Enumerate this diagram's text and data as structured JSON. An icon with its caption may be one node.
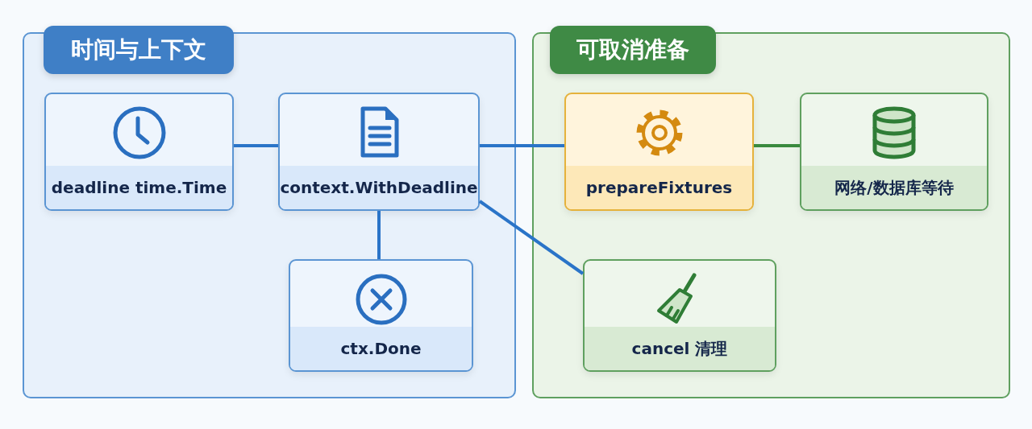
{
  "diagram": {
    "nodes": [
      {
        "text": [
          "时间与上下文"
        ]
      },
      {
        "text": [
          "deadline time.Time"
        ],
        "in": 0
      },
      {
        "text": [
          "context.WithDeadline"
        ],
        "in": 0
      },
      {
        "text": [
          "ctx.Done"
        ],
        "in": 0
      },
      {
        "text": [
          "可取消准备"
        ]
      },
      {
        "text": [
          "prepareFixtures"
        ],
        "in": 4
      },
      {
        "text": [
          "网络/数据库等待"
        ],
        "in": 4
      },
      {
        "text": [
          "cancel 清理"
        ],
        "in": 4
      }
    ],
    "edges": [
      {
        "from": 1,
        "to": 2,
        "arrow": "none"
      },
      {
        "from": 2,
        "to": 5,
        "arrow": "none"
      },
      {
        "from": 2,
        "to": 3,
        "arrow": "none"
      },
      {
        "from": 2,
        "to": 7,
        "arrow": "none"
      },
      {
        "from": 5,
        "to": 6,
        "arrow": "none",
        "color": "#3a8a3e"
      }
    ]
  }
}
